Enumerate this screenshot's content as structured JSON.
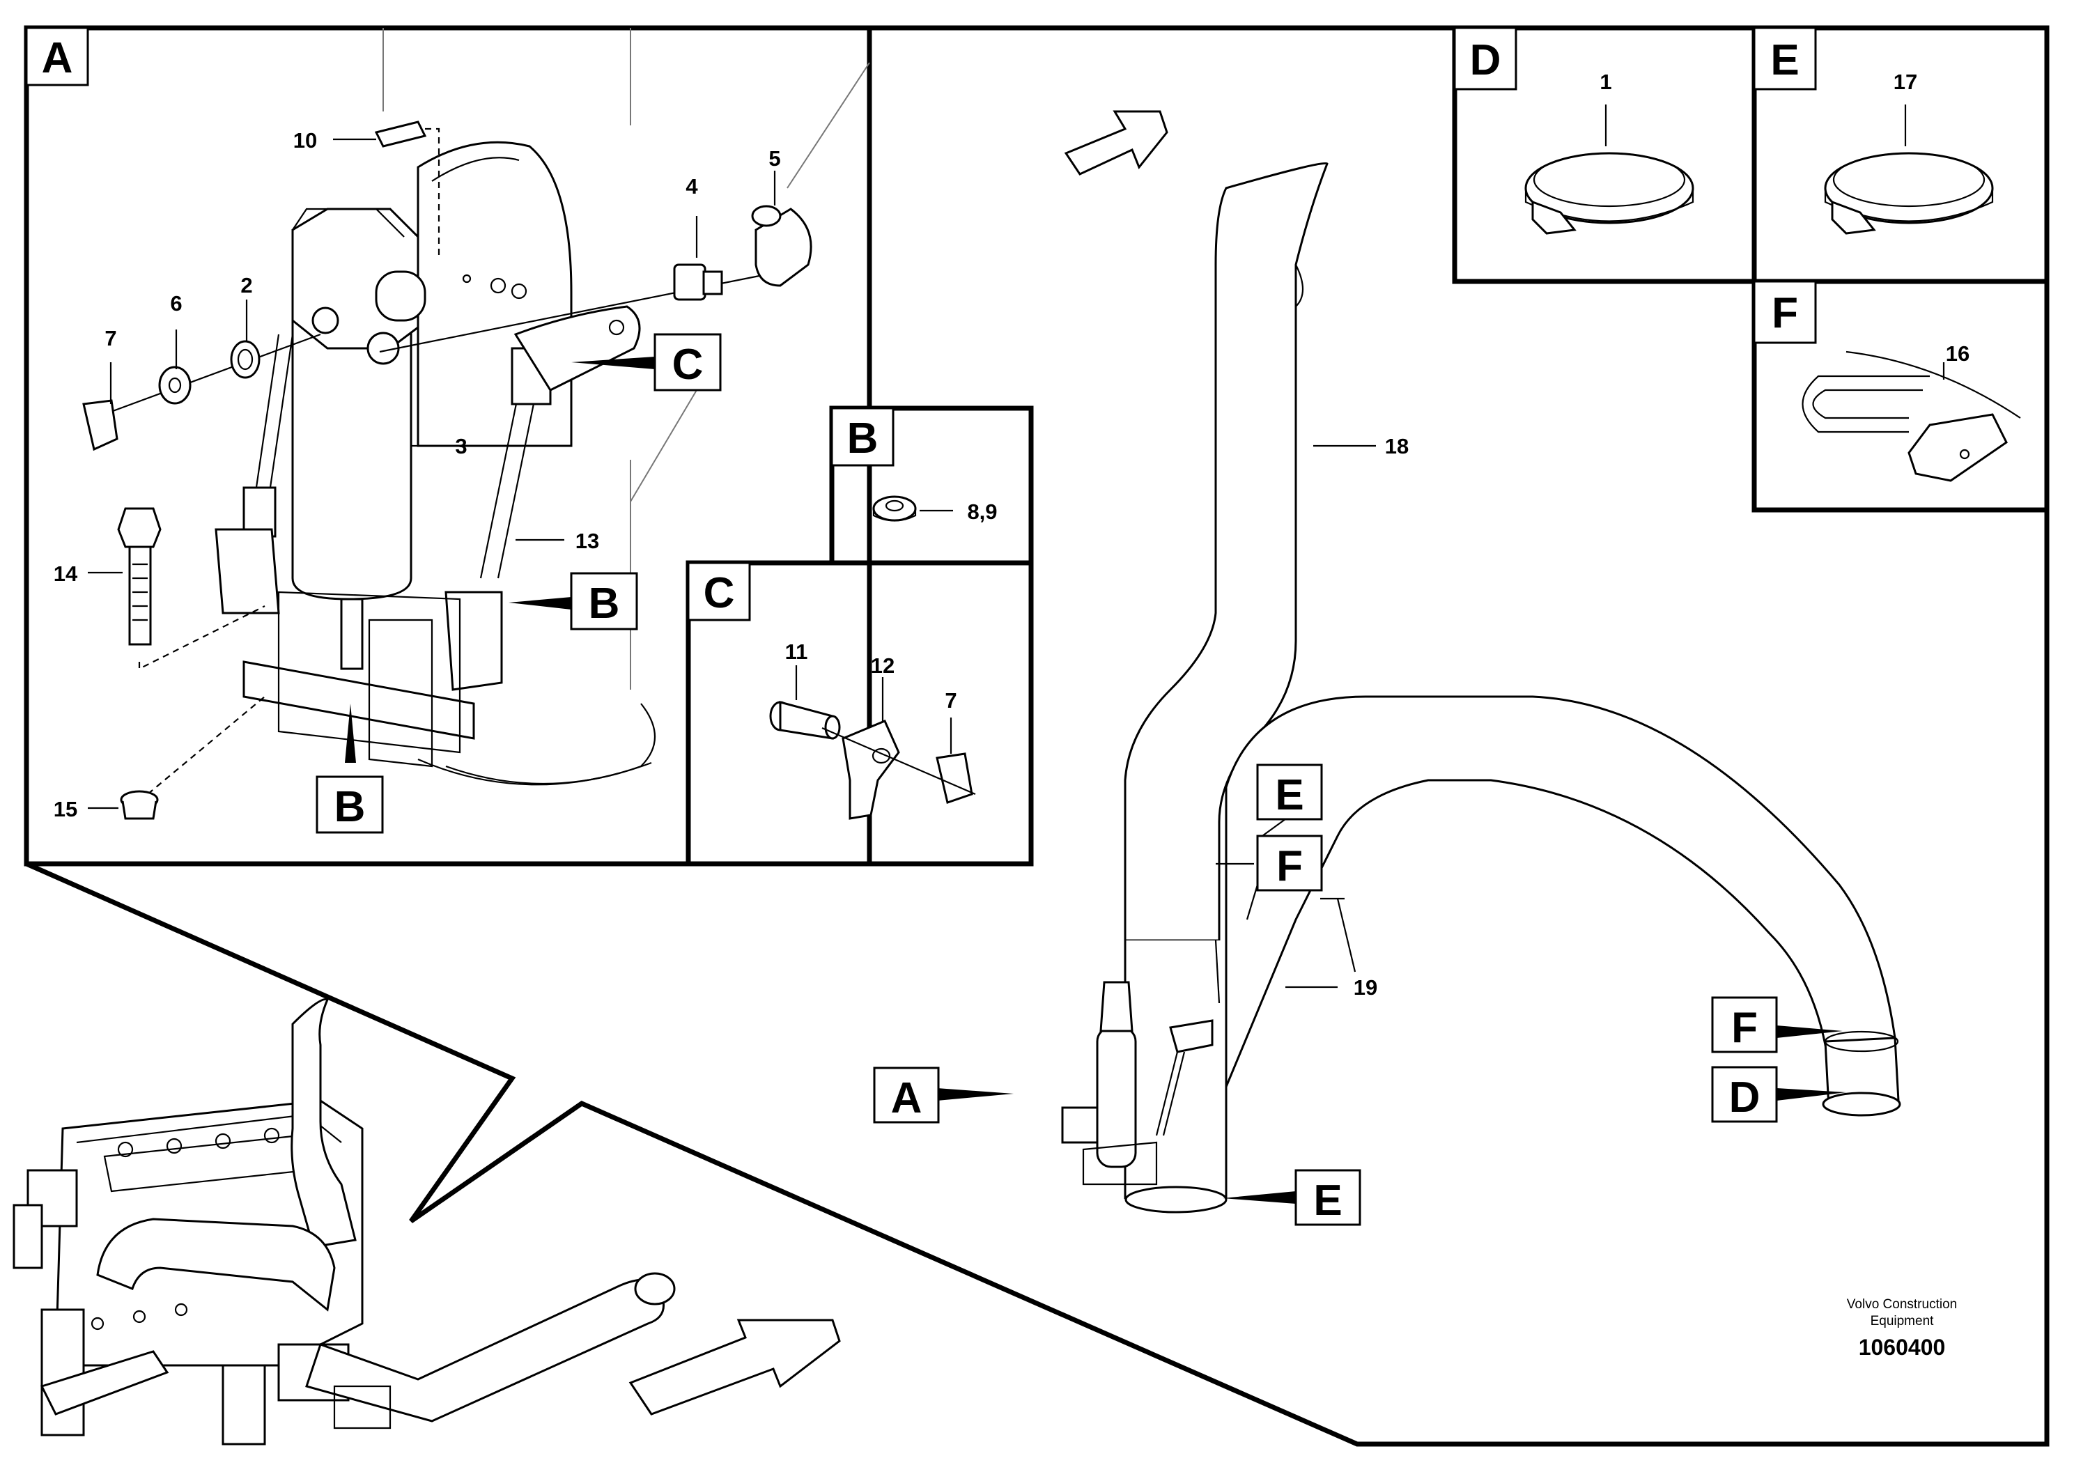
{
  "labels": {
    "n10": "10",
    "n5": "5",
    "n4": "4",
    "n6": "6",
    "n2": "2",
    "n7a": "7",
    "n3": "3",
    "n13": "13",
    "n14": "14",
    "n15": "15",
    "n89": "8,9",
    "n11": "11",
    "n12": "12",
    "n7b": "7",
    "n1": "1",
    "n17": "17",
    "n16": "16",
    "n18": "18",
    "n19": "19"
  },
  "view_letters": {
    "a": "A",
    "b": "B",
    "c": "C",
    "d": "D",
    "e": "E",
    "f": "F"
  },
  "callout_letters": {
    "c_in_a": "C",
    "b_in_a_right": "B",
    "b_in_a_bottom": "B",
    "e_upper": "E",
    "f_upper": "F",
    "a_main": "A",
    "e_lower": "E",
    "f_right": "F",
    "d_right": "D"
  },
  "footer": {
    "brand_line1": "Volvo Construction",
    "brand_line2": "Equipment",
    "doc_number": "1060400"
  }
}
